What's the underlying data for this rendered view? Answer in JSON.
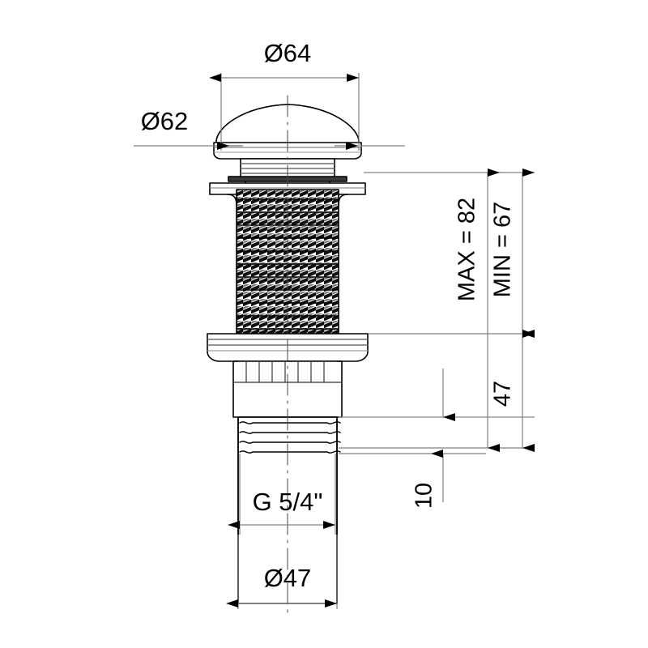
{
  "drawing": {
    "title": "Basin pop-up waste drain - dimensioned sectional drawing",
    "units": "mm",
    "line_color": "#000000",
    "dim_line_color": "#808080",
    "hatch_color": "#3c3c3c",
    "background": "#ffffff"
  },
  "dimensions": {
    "cap_outer_diameter": "Ø64",
    "cap_ring_diameter": "Ø62",
    "height_max": "MAX = 82",
    "height_min": "MIN = 67",
    "lower_length": "47",
    "thread_band_length": "10",
    "thread_spec": "G 5/4\"",
    "tube_diameter": "Ø47"
  },
  "dimension_list": [
    {
      "id": "d-64",
      "label": "Ø64",
      "orientation": "horizontal",
      "value": 64,
      "unit": "mm"
    },
    {
      "id": "d-62",
      "label": "Ø62",
      "orientation": "horizontal",
      "value": 62,
      "unit": "mm"
    },
    {
      "id": "d-max",
      "label": "MAX = 82",
      "orientation": "vertical",
      "value": 82,
      "unit": "mm"
    },
    {
      "id": "d-min",
      "label": "MIN = 67",
      "orientation": "vertical",
      "value": 67,
      "unit": "mm"
    },
    {
      "id": "d-47h",
      "label": "47",
      "orientation": "vertical",
      "value": 47,
      "unit": "mm"
    },
    {
      "id": "d-10",
      "label": "10",
      "orientation": "vertical",
      "value": 10,
      "unit": "mm"
    },
    {
      "id": "d-g54",
      "label": "G 5/4\"",
      "orientation": "horizontal",
      "value": null,
      "unit": "thread"
    },
    {
      "id": "d-47d",
      "label": "Ø47",
      "orientation": "horizontal",
      "value": 47,
      "unit": "mm"
    }
  ]
}
